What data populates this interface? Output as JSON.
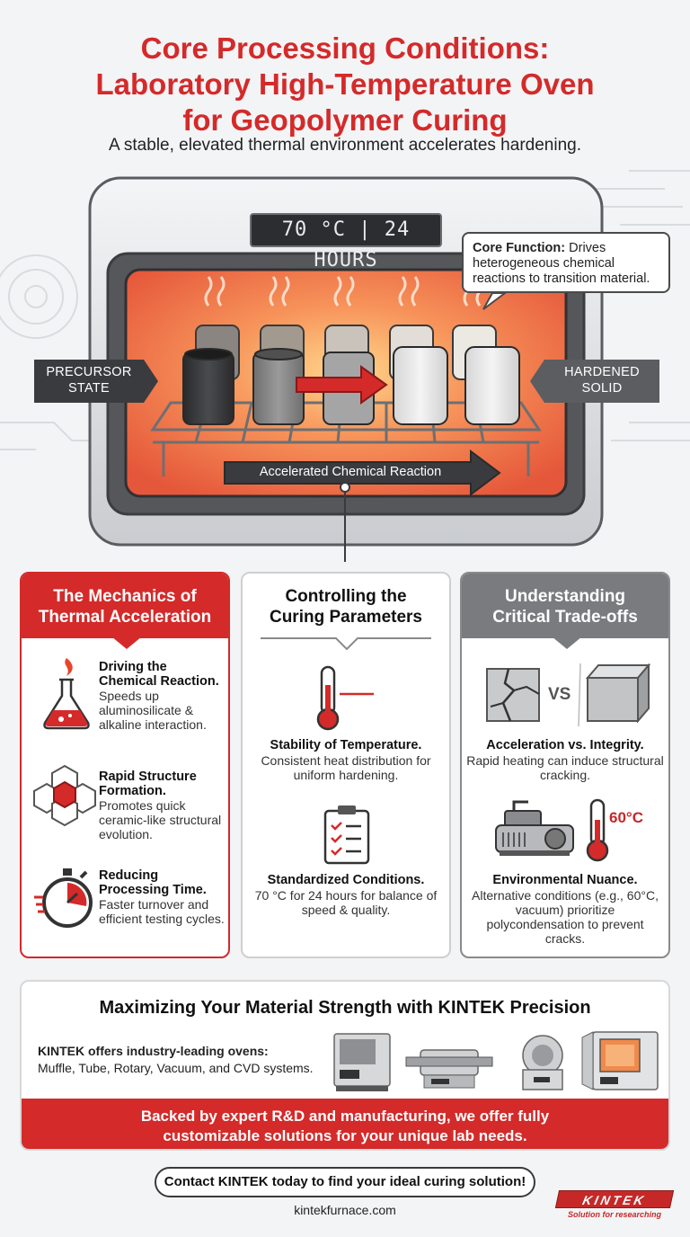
{
  "header": {
    "title_line1": "Core Processing Conditions:",
    "title_line2": "Laboratory High-Temperature Oven",
    "title_line3": "for Geopolymer Curing",
    "subtitle": "A stable, elevated thermal environment accelerates hardening."
  },
  "oven": {
    "display": "70 °C | 24 HOURS",
    "callout_bold": "Core Function:",
    "callout_text": " Drives heterogeneous chemical reactions to transition material.",
    "precursor_line1": "PRECURSOR",
    "precursor_line2": "STATE",
    "hardened_line1": "HARDENED",
    "hardened_line2": "SOLID",
    "reaction_label": "Accelerated Chemical Reaction"
  },
  "mechanics": {
    "heading_line1": "The Mechanics of",
    "heading_line2": "Thermal Acceleration",
    "items": [
      {
        "title": "Driving the Chemical Reaction.",
        "text": "Speeds up aluminosilicate & alkaline interaction.",
        "icon": "flask-flame-icon"
      },
      {
        "title": "Rapid Structure Formation.",
        "text": "Promotes quick ceramic-like structural evolution.",
        "icon": "hexagon-structure-icon"
      },
      {
        "title": "Reducing Processing Time.",
        "text": "Faster turnover and efficient testing cycles.",
        "icon": "stopwatch-icon"
      }
    ]
  },
  "controlling": {
    "heading_line1": "Controlling the",
    "heading_line2": "Curing Parameters",
    "items": [
      {
        "title": "Stability of Temperature.",
        "text": "Consistent heat distribution for uniform hardening.",
        "icon": "thermometer-icon"
      },
      {
        "title": "Standardized Conditions.",
        "text": "70 °C for 24 hours for balance of speed & quality.",
        "icon": "clipboard-checklist-icon"
      }
    ]
  },
  "tradeoffs": {
    "heading_line1": "Understanding",
    "heading_line2": "Critical Trade-offs",
    "vs": "VS",
    "temp_label": "60°C",
    "items": [
      {
        "title": "Acceleration vs. Integrity.",
        "text": "Rapid heating can induce structural cracking.",
        "icon": "cracked-block-icon"
      },
      {
        "title": "Environmental Nuance.",
        "text": "Alternative conditions (e.g., 60°C, vacuum) prioritize polycondensation to prevent cracks.",
        "icon": "vacuum-pump-icon"
      }
    ]
  },
  "bottom": {
    "title": "Maximizing Your Material Strength with KINTEK Precision",
    "offer_bold": "KINTEK offers industry-leading ovens:",
    "offer_text": "Muffle, Tube, Rotary, Vacuum, and CVD systems.",
    "band_line1": "Backed by expert R&D and manufacturing, we offer fully",
    "band_line2": "customizable solutions for your unique lab needs."
  },
  "footer": {
    "contact": "Contact KINTEK today to find your ideal curing solution!",
    "url": "kintekfurnace.com",
    "logo": "KINTEK",
    "tagline": "Solution for researching"
  },
  "colors": {
    "accent": "#d42a2a",
    "dark": "#3a3b3f",
    "gray": "#7a7b7e"
  }
}
